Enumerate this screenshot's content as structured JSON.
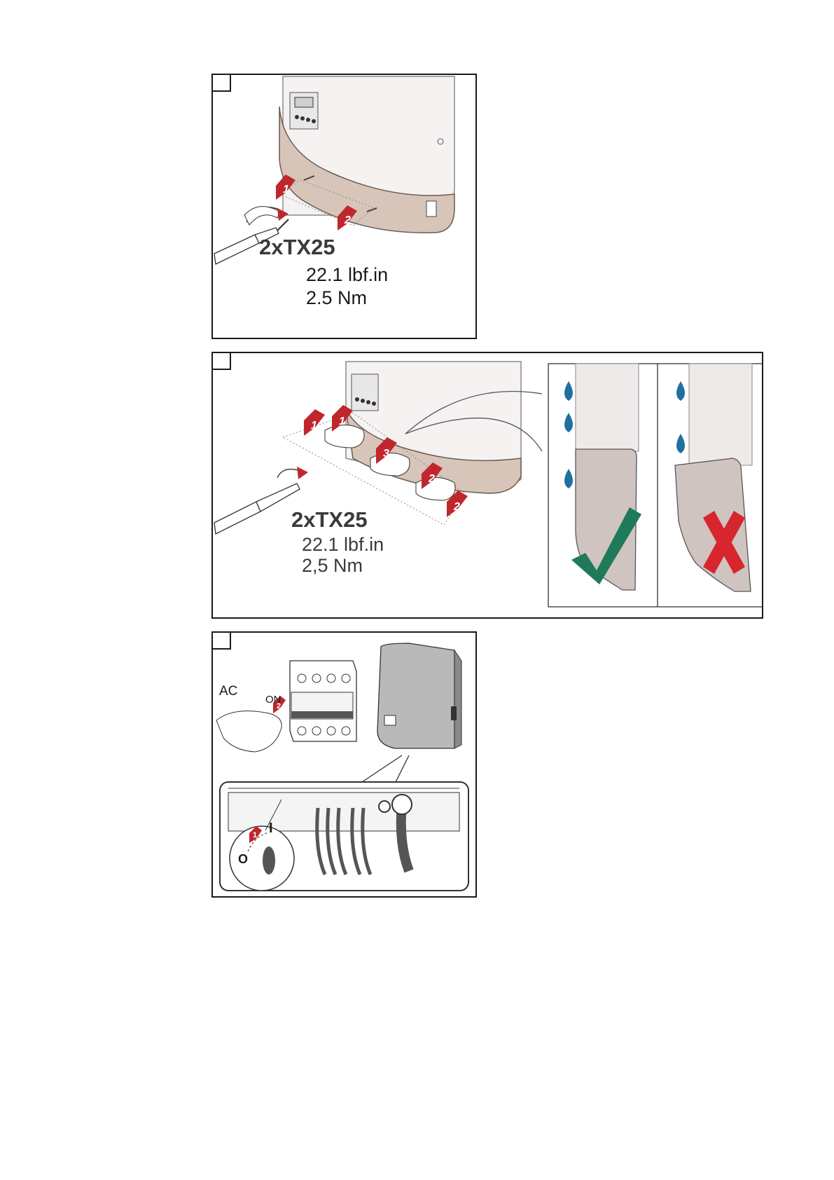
{
  "step1": {
    "tool": "2xTX25",
    "torque_imperial": "22.1 lbf.in",
    "torque_metric": "2.5 Nm",
    "arrows": [
      "1",
      "2"
    ]
  },
  "step2": {
    "tool": "2xTX25",
    "torque_imperial": "22.1 lbf.in",
    "torque_metric": "2,5 Nm",
    "arrows": [
      "1",
      "1",
      "3",
      "2",
      "2"
    ],
    "correct_icon": "checkmark-icon",
    "wrong_icon": "cross-icon"
  },
  "step3": {
    "ac_label": "AC",
    "on_label": "ON",
    "switch_on": "I",
    "switch_off": "O",
    "arrows": [
      "2",
      "1"
    ]
  },
  "colors": {
    "arrow_red": "#c0272d",
    "water_blue": "#1f6fa0",
    "check_green": "#1e7a5a",
    "cross_red": "#d8262e",
    "cover_tan": "#d6c5b8"
  }
}
